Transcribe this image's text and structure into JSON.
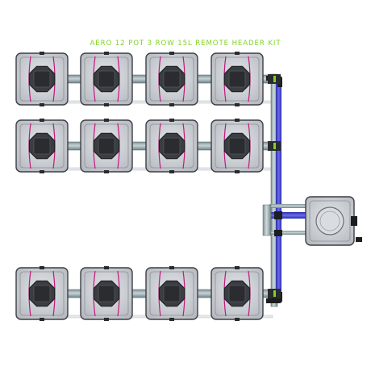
{
  "title": "AERO 12 POT 3 ROW 15L REMOTE HEADER KIT",
  "colors": {
    "title": "#7ed321",
    "pot_body": "#c9ccd1",
    "pot_border": "#3c3f44",
    "pipe_grey": "#9fb1b5",
    "pipe_blue": "#4a4bd8",
    "feed_line": "#c2187d",
    "net_pot": "#3a3d42"
  },
  "rows": [
    {
      "label": "row-1",
      "pots": 4
    },
    {
      "label": "row-2",
      "pots": 4
    },
    {
      "label": "row-3",
      "pots": 4
    }
  ],
  "header_tank": {
    "label": "remote-header-tank"
  }
}
